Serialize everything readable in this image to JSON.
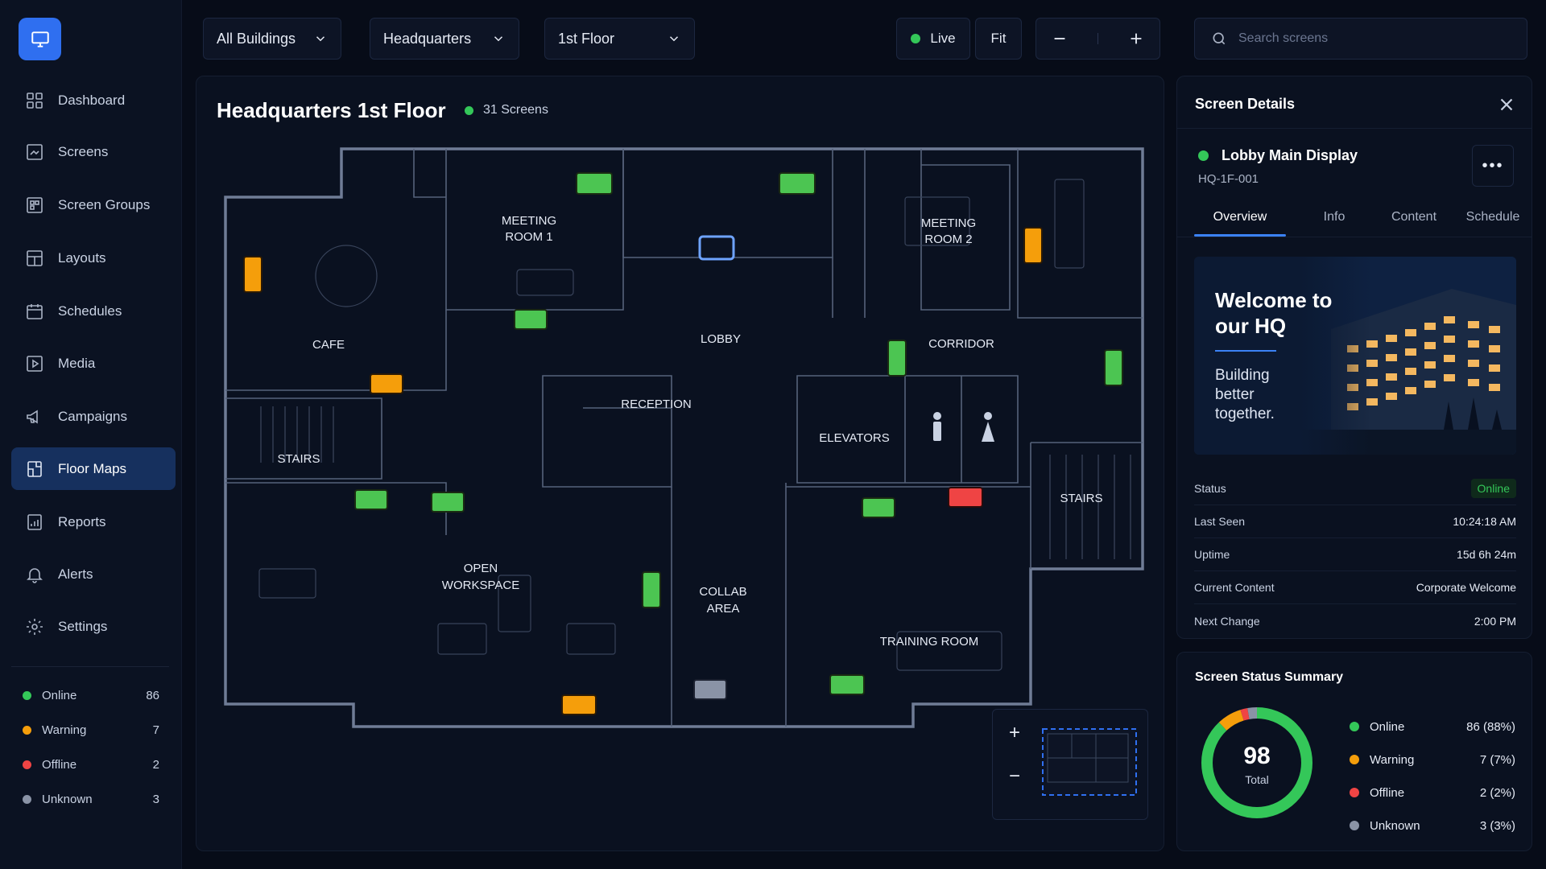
{
  "app": {
    "logo_icon": "monitor-icon",
    "accent": "#2f6ff0"
  },
  "sidebar": {
    "items": [
      {
        "label": "Dashboard",
        "icon": "dashboard-icon"
      },
      {
        "label": "Screens",
        "icon": "screens-icon"
      },
      {
        "label": "Screen Groups",
        "icon": "screen-groups-icon"
      },
      {
        "label": "Layouts",
        "icon": "layouts-icon"
      },
      {
        "label": "Schedules",
        "icon": "calendar-icon"
      },
      {
        "label": "Media",
        "icon": "media-icon"
      },
      {
        "label": "Campaigns",
        "icon": "megaphone-icon"
      },
      {
        "label": "Floor Maps",
        "icon": "floor-map-icon",
        "active": true
      },
      {
        "label": "Reports",
        "icon": "reports-icon"
      },
      {
        "label": "Alerts",
        "icon": "bell-icon"
      },
      {
        "label": "Settings",
        "icon": "gear-icon"
      }
    ],
    "status_legend": [
      {
        "label": "Online",
        "count": "86",
        "color": "#34c759"
      },
      {
        "label": "Warning",
        "count": "7",
        "color": "#f59e0b"
      },
      {
        "label": "Offline",
        "count": "2",
        "color": "#ef4444"
      },
      {
        "label": "Unknown",
        "count": "3",
        "color": "#8a93a6"
      }
    ]
  },
  "toolbar": {
    "building_select": "All Buildings",
    "site_select": "Headquarters",
    "floor_select": "1st Floor",
    "live_label": "Live",
    "fit_label": "Fit",
    "search_placeholder": "Search screens"
  },
  "map": {
    "title": "Headquarters 1st Floor",
    "screens_count": "31 Screens",
    "rooms": {
      "meeting1_a": "MEETING",
      "meeting1_b": "ROOM 1",
      "meeting2_a": "MEETING",
      "meeting2_b": "ROOM 2",
      "cafe": "CAFE",
      "lobby": "LOBBY",
      "corridor": "CORRIDOR",
      "reception": "RECEPTION",
      "elevators": "ELEVATORS",
      "stairs_left": "STAIRS",
      "stairs_right": "STAIRS",
      "open_a": "OPEN",
      "open_b": "WORKSPACE",
      "collab_a": "COLLAB",
      "collab_b": "AREA",
      "training": "TRAINING ROOM"
    },
    "status_colors": {
      "online": "#4cc552",
      "warning": "#f59e0b",
      "offline": "#ef4444",
      "unknown": "#8a93a6"
    }
  },
  "details": {
    "title": "Screen Details",
    "screen_name": "Lobby Main Display",
    "screen_id": "HQ-1F-001",
    "tabs": [
      "Overview",
      "Info",
      "Content",
      "Schedule"
    ],
    "preview": {
      "headline": "Welcome to our HQ",
      "subline": "Building better together."
    },
    "fields": {
      "status_label": "Status",
      "status_value": "Online",
      "last_seen_label": "Last Seen",
      "last_seen_value": "10:24:18 AM",
      "uptime_label": "Uptime",
      "uptime_value": "15d 6h 24m",
      "content_label": "Current Content",
      "content_value": "Corporate Welcome",
      "next_label": "Next Change",
      "next_value": "2:00 PM"
    }
  },
  "summary": {
    "title": "Screen Status Summary",
    "total": "98",
    "total_label": "Total",
    "rows": [
      {
        "label": "Online",
        "value": "86 (88%)",
        "color": "#34c759"
      },
      {
        "label": "Warning",
        "value": "7 (7%)",
        "color": "#f59e0b"
      },
      {
        "label": "Offline",
        "value": "2 (2%)",
        "color": "#ef4444"
      },
      {
        "label": "Unknown",
        "value": "3 (3%)",
        "color": "#8a93a6"
      }
    ]
  }
}
